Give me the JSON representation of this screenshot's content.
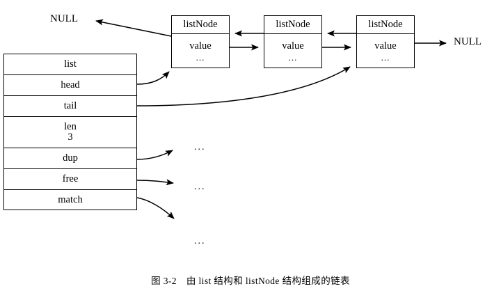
{
  "figure": {
    "caption": "图 3-2　由 list 结构和 listNode 结构组成的链表",
    "colors": {
      "stroke": "#000000",
      "background": "#ffffff"
    }
  },
  "list_struct": {
    "title": "list",
    "rows": [
      {
        "label": "list",
        "value": ""
      },
      {
        "label": "head",
        "value": ""
      },
      {
        "label": "tail",
        "value": ""
      },
      {
        "label": "len",
        "value": "3"
      },
      {
        "label": "dup",
        "value": ""
      },
      {
        "label": "free",
        "value": ""
      },
      {
        "label": "match",
        "value": ""
      }
    ]
  },
  "nodes": [
    {
      "title": "listNode",
      "field": "value",
      "more": "..."
    },
    {
      "title": "listNode",
      "field": "value",
      "more": "..."
    },
    {
      "title": "listNode",
      "field": "value",
      "more": "..."
    }
  ],
  "terminators": {
    "left_null": "NULL",
    "right_null": "NULL"
  },
  "ellipses": [
    "...",
    "...",
    "..."
  ],
  "chart_data": {
    "type": "diagram",
    "title": "由 list 结构和 listNode 结构组成的链表",
    "structures": {
      "list": {
        "head": "node1",
        "tail": "node3",
        "len": 3,
        "dup": "...",
        "free": "...",
        "match": "..."
      },
      "nodes": [
        {
          "id": "node1",
          "prev": "NULL",
          "next": "node2",
          "value": "..."
        },
        {
          "id": "node2",
          "prev": "node1",
          "next": "node3",
          "value": "..."
        },
        {
          "id": "node3",
          "prev": "node2",
          "next": "NULL",
          "value": "..."
        }
      ]
    }
  }
}
